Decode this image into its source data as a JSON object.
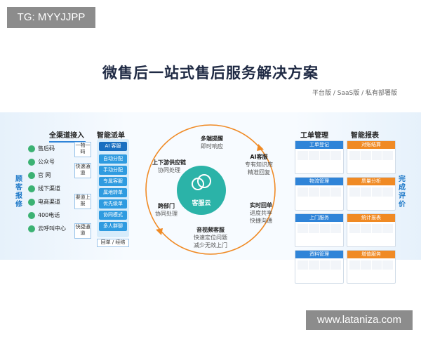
{
  "watermark_tl": "TG: MYYJJPP",
  "watermark_br": "www.lataniza.com",
  "title": "微售后一站式售后服务解决方案",
  "subtitle": "平台版 / SaaS版 / 私有部署版",
  "left_vertical": "顾客报修",
  "right_vertical": "完成评价",
  "left_section": {
    "heading1": "全渠道接入",
    "heading2": "智能派单",
    "channels": [
      "售后码",
      "公众号",
      "官 网",
      "线下渠道",
      "电商渠道",
      "400电话",
      "云呼叫中心"
    ],
    "mid_boxes": [
      "一物一码",
      "快速通道",
      "渠道上报",
      "快捷通道"
    ],
    "dispatch_head": "AI 客服",
    "dispatch_items": [
      "自动分配",
      "手动分配",
      "专属客服",
      "属地转单",
      "优先级单",
      "协同模式",
      "多人群聊"
    ],
    "dispatch_footer": "回单 / 经络"
  },
  "center": {
    "label": "客服云",
    "nodes": [
      {
        "h": "多端提醒",
        "t": "即时响应"
      },
      {
        "h": "AI客服",
        "t": "专有知识库\n精准回复"
      },
      {
        "h": "实时回单",
        "t": "进度共享\n快捷沟通"
      },
      {
        "h": "音视频客服",
        "t": "快速定位问题\n减少无效上门"
      },
      {
        "h": "跨部门",
        "t": "协同处理"
      },
      {
        "h": "上下游供应链",
        "t": "协同处理"
      }
    ]
  },
  "right_section": {
    "heading1": "工单管理",
    "heading2": "智能报表",
    "cards": [
      {
        "title": "工单登记",
        "color": "#2f84d8"
      },
      {
        "title": "对账结算",
        "color": "#f08a24"
      },
      {
        "title": "物流管理",
        "color": "#2f84d8"
      },
      {
        "title": "质量分析",
        "color": "#f08a24"
      },
      {
        "title": "上门服务",
        "color": "#2f84d8"
      },
      {
        "title": "统计报表",
        "color": "#f08a24"
      },
      {
        "title": "资料管理",
        "color": "#2f84d8"
      },
      {
        "title": "增值服务",
        "color": "#f08a24"
      }
    ]
  },
  "colors": {
    "accent": "#2f84d8",
    "teal": "#2bb3a8",
    "orange": "#f08a24"
  }
}
